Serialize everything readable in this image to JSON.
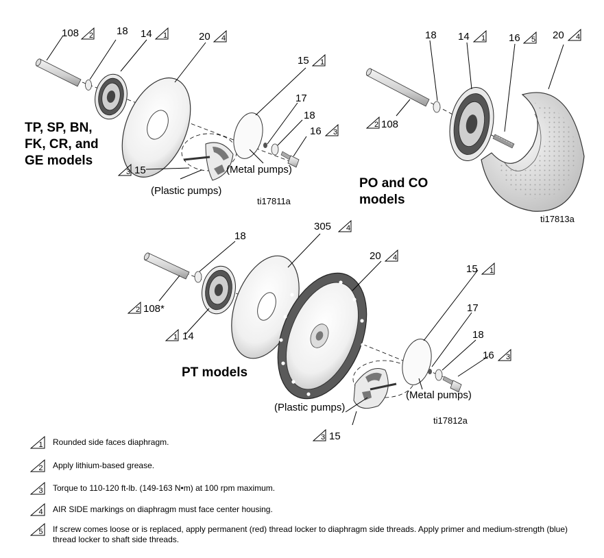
{
  "diagram_ids": {
    "top_left": "ti17811a",
    "top_right": "ti17813a",
    "middle": "ti17812a"
  },
  "top_left": {
    "title_lines": [
      "TP, SP, BN,",
      "FK, CR, and",
      "GE models"
    ],
    "part_108": "108",
    "part_18a": "18",
    "part_14": "14",
    "part_20": "20",
    "part_15_metal": "15",
    "part_17": "17",
    "part_18b": "18",
    "part_16": "16",
    "part_15_plastic": "15",
    "metal_pumps": "(Metal pumps)",
    "plastic_pumps": "(Plastic pumps)"
  },
  "top_right": {
    "title_lines": [
      "PO and CO",
      "models"
    ],
    "part_18": "18",
    "part_14": "14",
    "part_16": "16",
    "part_20": "20",
    "part_108": "108"
  },
  "middle": {
    "title": "PT models",
    "part_18a": "18",
    "part_305": "305",
    "part_20": "20",
    "part_108": "108*",
    "part_14": "14",
    "part_15_metal": "15",
    "part_17": "17",
    "part_18b": "18",
    "part_16": "16",
    "part_15_plastic": "15",
    "metal_pumps": "(Metal pumps)",
    "plastic_pumps": "(Plastic pumps)"
  },
  "notes": [
    {
      "num": "1",
      "text": "Rounded side faces diaphragm."
    },
    {
      "num": "2",
      "text": "Apply lithium-based grease."
    },
    {
      "num": "3",
      "text": "Torque to 110-120 ft-lb. (149-163 N•m) at 100 rpm maximum."
    },
    {
      "num": "4",
      "text": "AIR SIDE markings on diaphragm must face center housing."
    },
    {
      "num": "5",
      "text": "If screw comes loose or is replaced, apply permanent (red) thread locker to diaphragm side threads. Apply primer and medium-strength (blue) thread locker to shaft side threads."
    }
  ]
}
